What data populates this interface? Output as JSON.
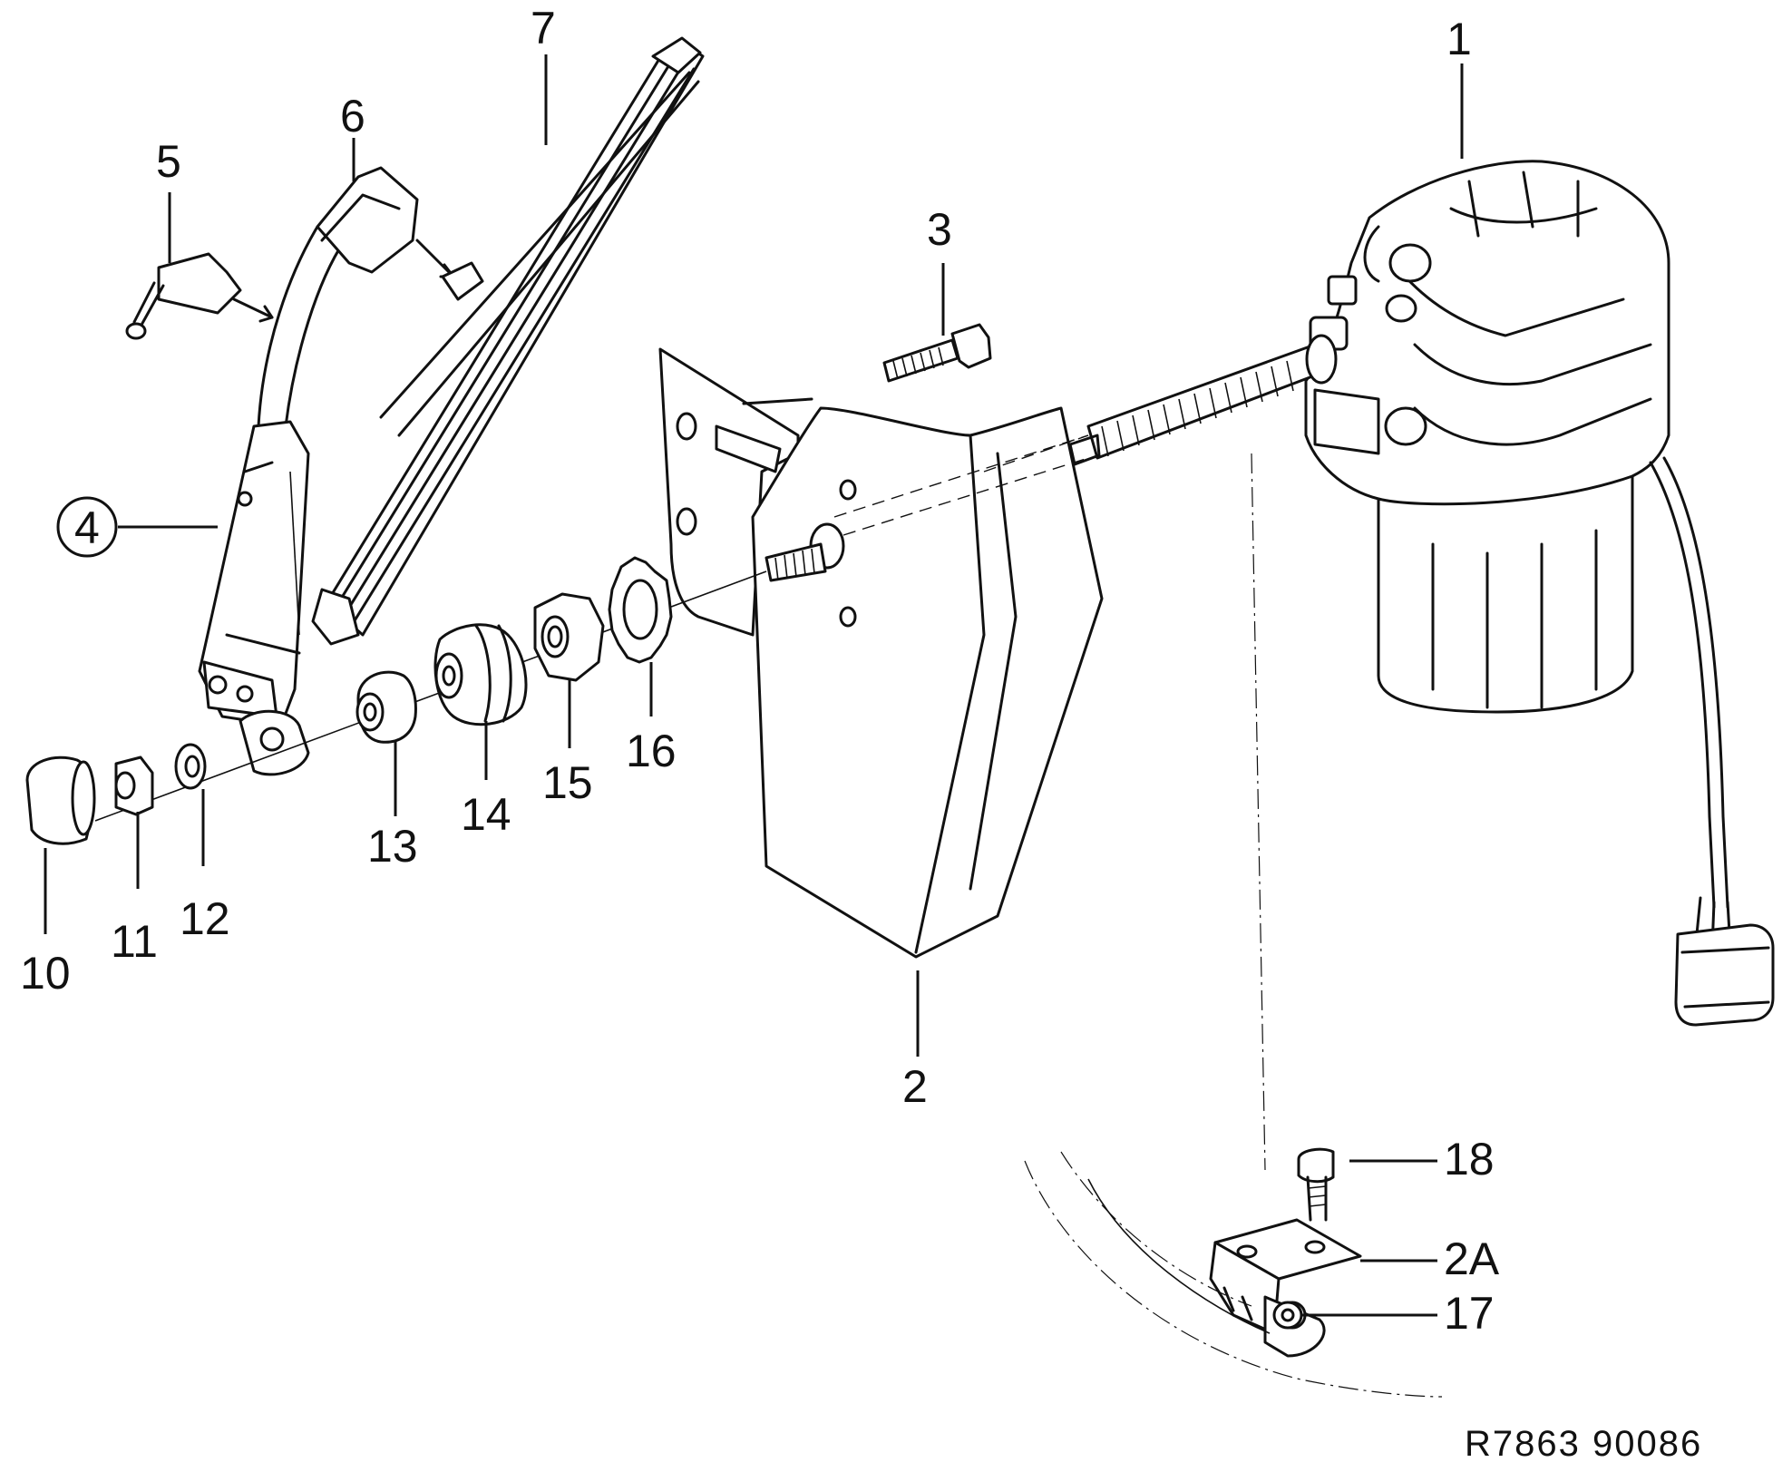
{
  "callouts": {
    "c1": "1",
    "c2": "2",
    "c2a": "2A",
    "c3": "3",
    "c4": "4",
    "c5": "5",
    "c6": "6",
    "c7": "7",
    "c10": "10",
    "c11": "11",
    "c12": "12",
    "c13": "13",
    "c14": "14",
    "c15": "15",
    "c16": "16",
    "c17": "17",
    "c18": "18"
  },
  "reference": "R7863 90086"
}
